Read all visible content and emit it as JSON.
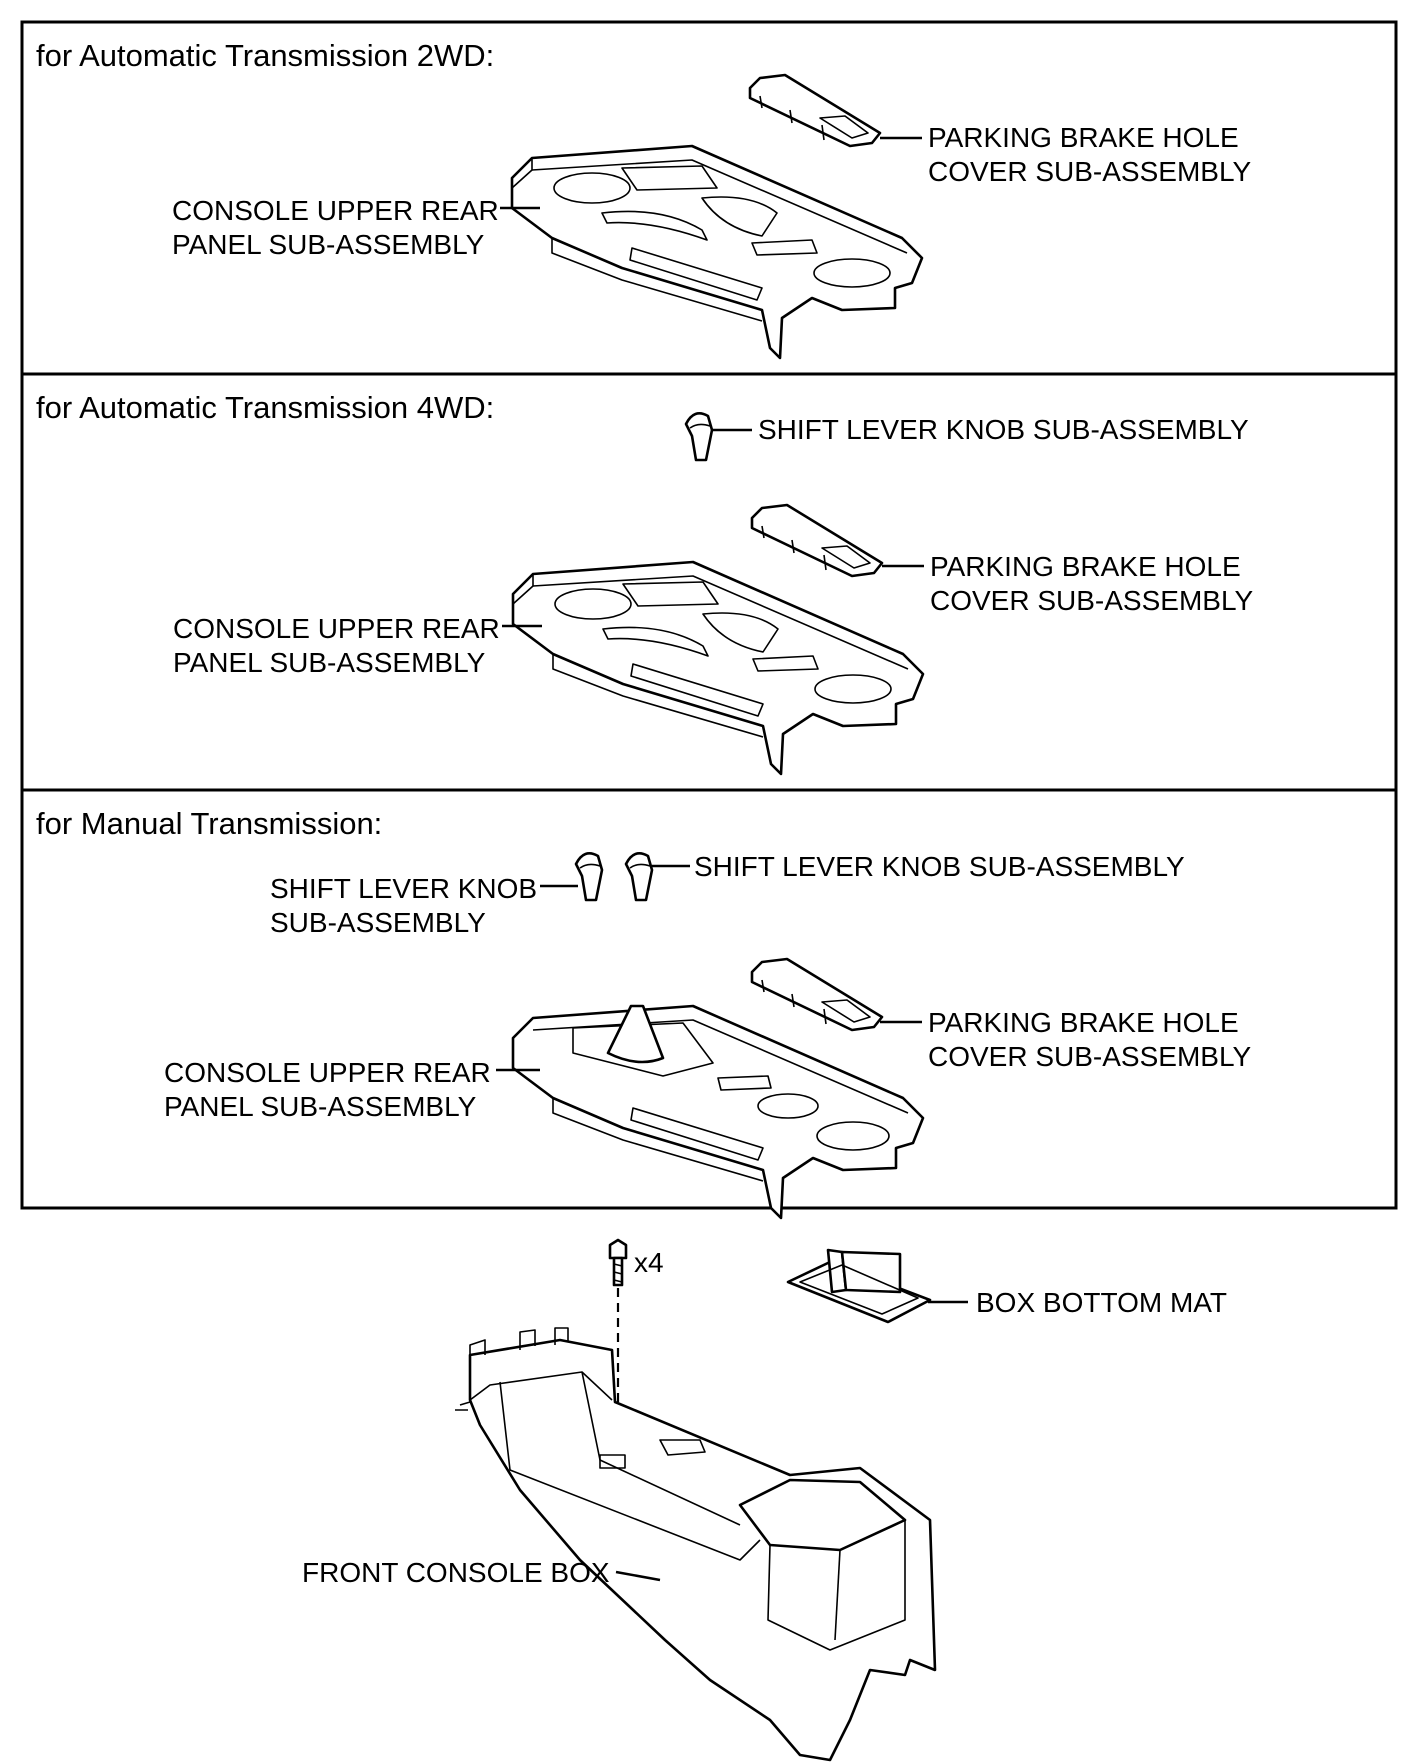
{
  "sections": [
    {
      "header": "for Automatic Transmission 2WD:",
      "console_label": [
        "CONSOLE UPPER REAR",
        "PANEL SUB-ASSEMBLY"
      ],
      "parking_label": [
        "PARKING BRAKE HOLE",
        "COVER SUB-ASSEMBLY"
      ]
    },
    {
      "header": "for Automatic Transmission 4WD:",
      "knob_label": "SHIFT LEVER KNOB SUB-ASSEMBLY",
      "console_label": [
        "CONSOLE UPPER REAR",
        "PANEL SUB-ASSEMBLY"
      ],
      "parking_label": [
        "PARKING BRAKE HOLE",
        "COVER SUB-ASSEMBLY"
      ]
    },
    {
      "header": "for Manual Transmission:",
      "knob_left_label": [
        "SHIFT LEVER KNOB",
        "SUB-ASSEMBLY"
      ],
      "knob_right_label": "SHIFT LEVER KNOB SUB-ASSEMBLY",
      "console_label": [
        "CONSOLE UPPER REAR",
        "PANEL SUB-ASSEMBLY"
      ],
      "parking_label": [
        "PARKING BRAKE HOLE",
        "COVER SUB-ASSEMBLY"
      ]
    }
  ],
  "bottom": {
    "bolt_qty": "x4",
    "mat_label": "BOX BOTTOM MAT",
    "box_label": "FRONT CONSOLE BOX"
  }
}
